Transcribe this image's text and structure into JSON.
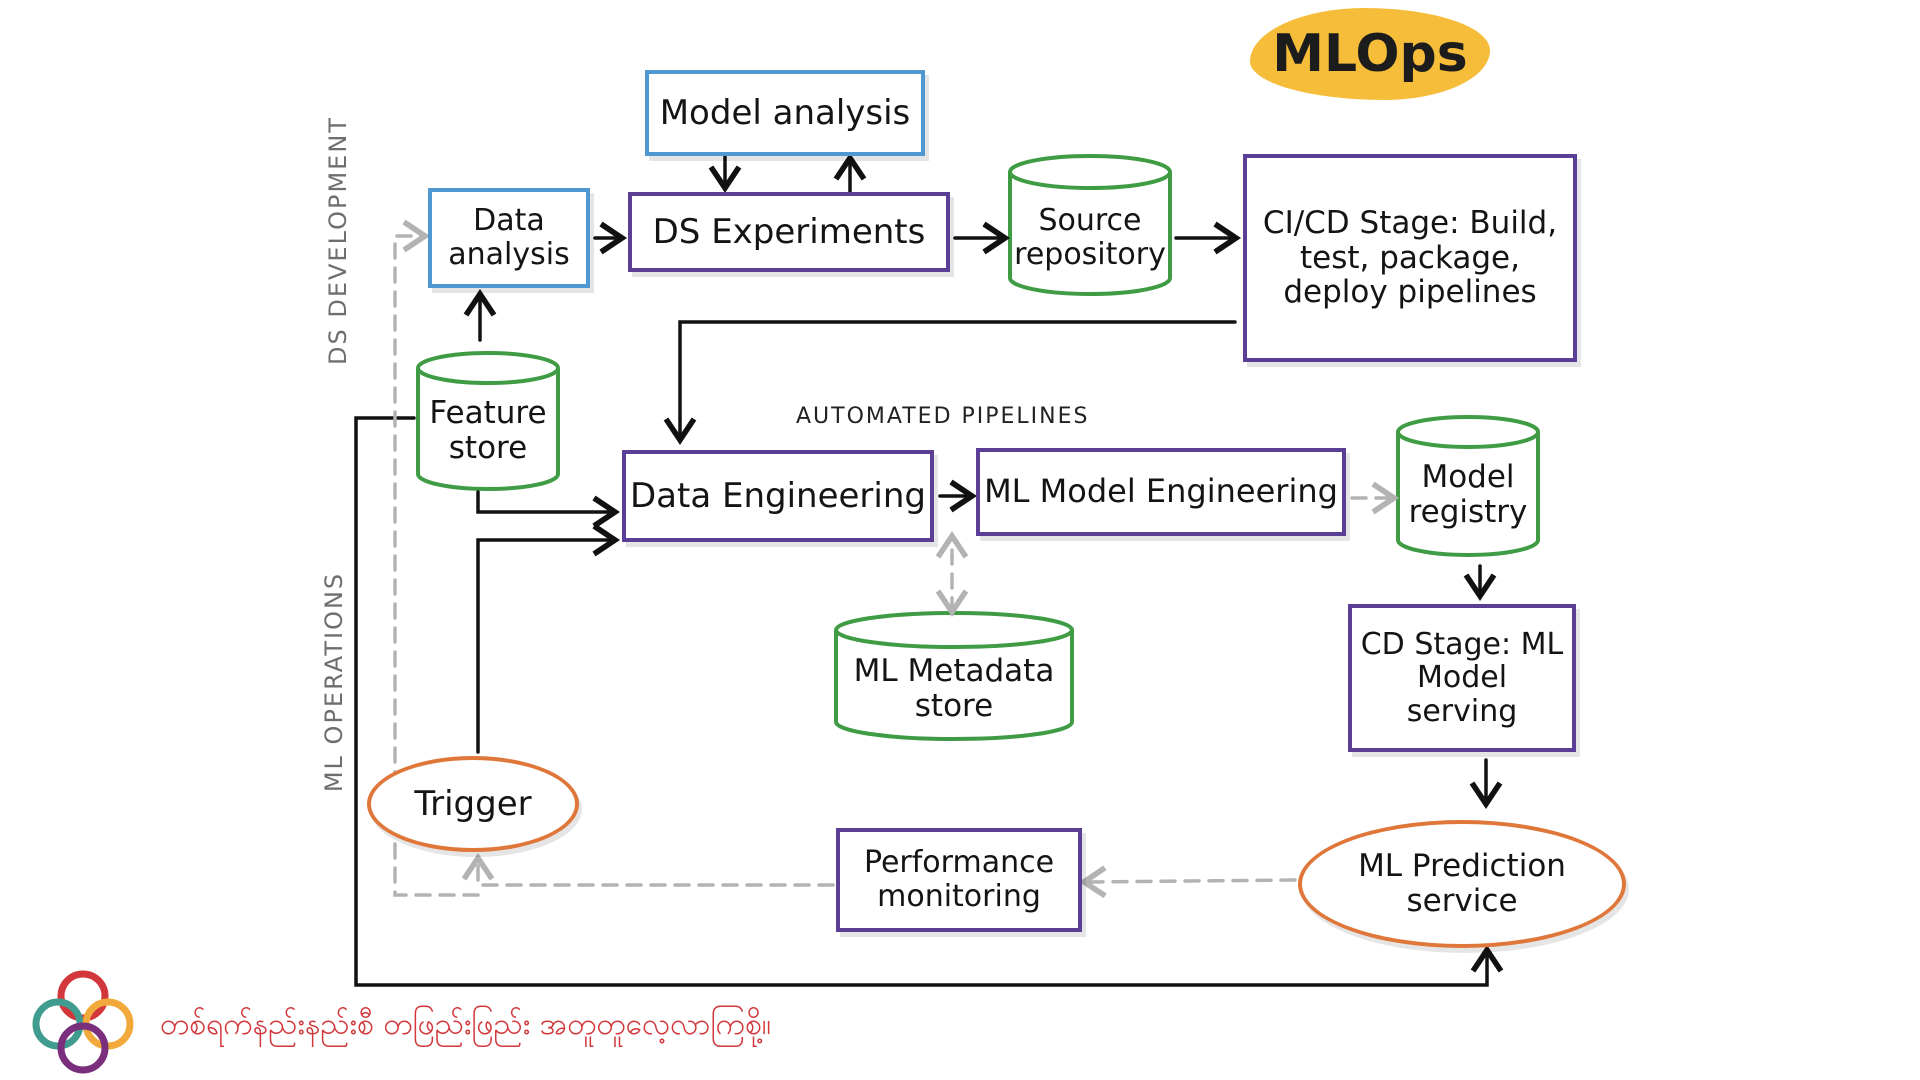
{
  "title": "MLOps",
  "side_labels": {
    "ds_development": "DS DEVELOPMENT",
    "ml_operations": "ML OPERATIONS"
  },
  "section_label": "AUTOMATED PIPELINES",
  "nodes": {
    "model_analysis": "Model analysis",
    "data_analysis": "Data analysis",
    "ds_experiments": "DS Experiments",
    "source_repository": "Source repository",
    "cicd_stage": "CI/CD Stage: Build, test, package, deploy pipelines",
    "feature_store": "Feature store",
    "data_engineering": "Data Engineering",
    "ml_model_engineering": "ML Model Engineering",
    "model_registry": "Model registry",
    "ml_metadata_store": "ML Metadata store",
    "cd_stage": "CD Stage: ML Model serving",
    "trigger": "Trigger",
    "performance_monitoring": "Performance monitoring",
    "ml_prediction_service": "ML Prediction service"
  },
  "colors": {
    "process_box": "#5b3f96",
    "analysis_box": "#4f98d2",
    "store": "#3f9c45",
    "service_ellipse": "#e0773a",
    "banner": "#f6bd3a",
    "footer_text": "#d2373b",
    "dashed_arrow": "#b3b3b3"
  },
  "footer": {
    "text": "တစ်ရက်နည်းနည်းစီ တဖြည်းဖြည်း အတူတူလေ့လာကြစို့။"
  }
}
